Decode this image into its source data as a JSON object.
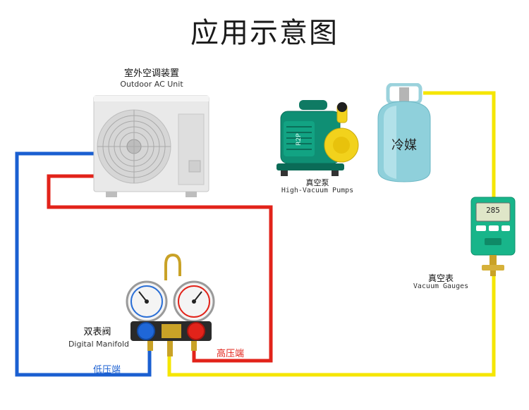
{
  "title": "应用示意图",
  "ac_unit": {
    "label_cn": "室外空调装置",
    "label_en": "Outdoor AC Unit"
  },
  "vacuum_pump": {
    "label_cn": "真空泵",
    "label_en": "High-Vacuum Pumps",
    "brand": "R2P"
  },
  "refrigerant": {
    "label_cn": "冷媒"
  },
  "vacuum_gauge": {
    "label_cn": "真空表",
    "label_en": "Vacuum Gauges",
    "reading": "285"
  },
  "manifold": {
    "label_cn": "双表阀",
    "label_en": "Digital Manifold",
    "low_side": "低压端",
    "high_side": "高压端"
  },
  "colors": {
    "blue_line": "#1a5fd1",
    "red_line": "#e2231a",
    "yellow_line": "#f5e600"
  }
}
